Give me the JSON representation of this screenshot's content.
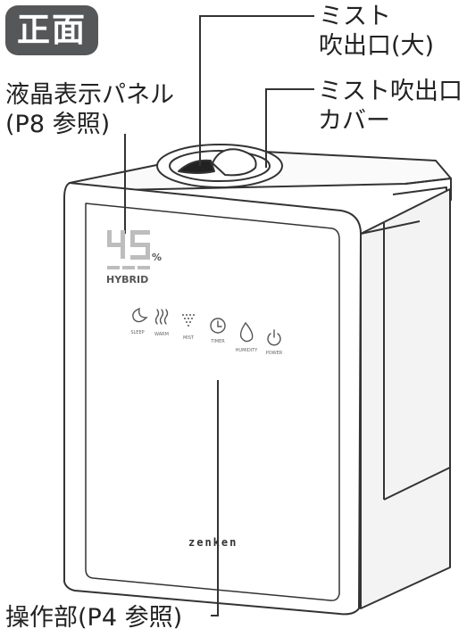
{
  "badge": "正面",
  "labels": {
    "mist_outlet_large": [
      "ミスト",
      "吹出口(大)"
    ],
    "mist_outlet_cover": [
      "ミスト吹出口",
      "カバー"
    ],
    "lcd_panel": [
      "液晶表示パネル",
      "(P8  参照)"
    ],
    "operation_part": "操作部(P4 参照)"
  },
  "display": {
    "value": "45",
    "unit": "%",
    "mode": "HYBRID"
  },
  "buttons": [
    {
      "label": "SLEEP",
      "icon": "moon-icon"
    },
    {
      "label": "WARM",
      "icon": "heat-icon"
    },
    {
      "label": "MIST",
      "icon": "mist-dots-icon"
    },
    {
      "label": "TIMER",
      "icon": "clock-icon"
    },
    {
      "label": "HUMIDITY",
      "icon": "droplet-percent-icon"
    },
    {
      "label": "POWER",
      "icon": "power-icon"
    }
  ],
  "brand": "zenken",
  "colors": {
    "outline": "#333333",
    "badge": "#555759",
    "display": "#bdbdbd"
  }
}
